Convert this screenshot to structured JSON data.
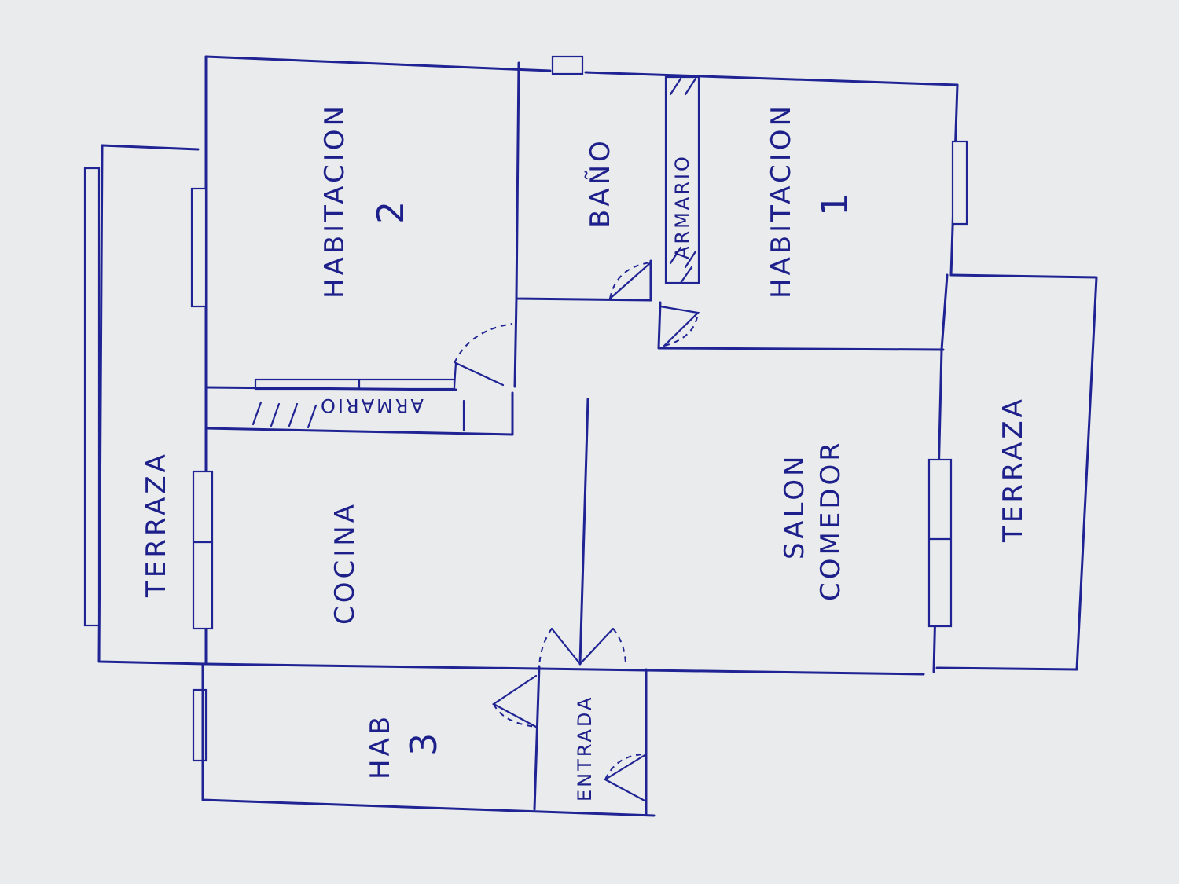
{
  "plan": {
    "rooms": {
      "habitacion_2": {
        "label": "HABITACION",
        "number": "2"
      },
      "habitacion_1": {
        "label": "HABITACION",
        "number": "1"
      },
      "bano": {
        "label": "BAÑO"
      },
      "armario_top": {
        "label": "ARMARIO"
      },
      "armario_mid": {
        "label": "ARMARIO"
      },
      "terraza_left": {
        "label": "TERRAZA"
      },
      "terraza_right": {
        "label": "TERRAZA"
      },
      "cocina": {
        "label": "COCINA"
      },
      "salon": {
        "line1": "SALON",
        "line2": "COMEDOR"
      },
      "hab_3": {
        "label": "HAB",
        "number": "3"
      },
      "entrada": {
        "label": "ENTRADA"
      }
    },
    "colors": {
      "ink": "#1f2393",
      "paper": "#e9ebec"
    }
  }
}
